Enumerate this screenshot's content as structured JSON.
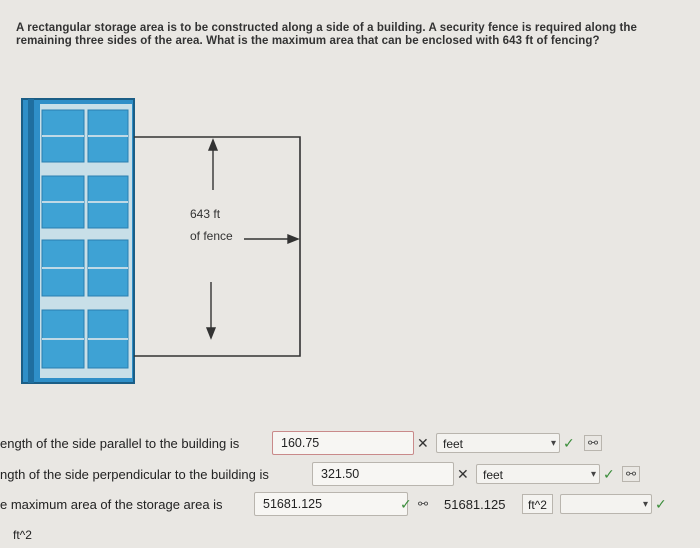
{
  "problem": {
    "text": "A rectangular storage area is to be constructed along a side of a building. A security fence is required along the remaining three sides of the area. What is the maximum area that can be enclosed with 643 ft of fencing?"
  },
  "figure": {
    "fence_length": "643 ft",
    "fence_caption": "of fence"
  },
  "answers": {
    "parallel": {
      "label": "ength of the side parallel to the building is",
      "value": "160.75",
      "unit": "feet"
    },
    "perpendicular": {
      "label": "ngth of the side perpendicular to the building is",
      "value": "321.50",
      "unit": "feet"
    },
    "area": {
      "label": "e maximum area of the storage area is",
      "value": "51681.125",
      "repeat_value": "51681.125",
      "unit": "ft^2"
    },
    "area_unit_line": {
      "unit": "ft^2"
    }
  },
  "colors": {
    "building_blue": "#2f8fc8",
    "window_blue": "#3ea2d4",
    "correct_green": "#3a8d3a"
  }
}
